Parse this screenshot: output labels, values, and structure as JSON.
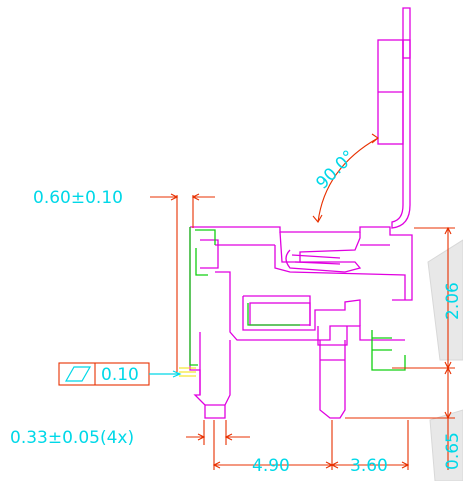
{
  "drawing": {
    "angle_label": "90.0°",
    "pin_offset_label": "0.60±0.10",
    "pin_width_label": "0.33±0.05(4x)",
    "flatness_value": "0.10",
    "dim_pitch_1": "4.90",
    "dim_pitch_2": "3.60",
    "dim_height": "2.06",
    "dim_pin_length": "0.65"
  },
  "colors": {
    "outline": "#e000e0",
    "secondary_outline": "#10d010",
    "dimension_lines": "#e83000",
    "dimension_text": "#00d8e8",
    "background": "#ffffff"
  }
}
